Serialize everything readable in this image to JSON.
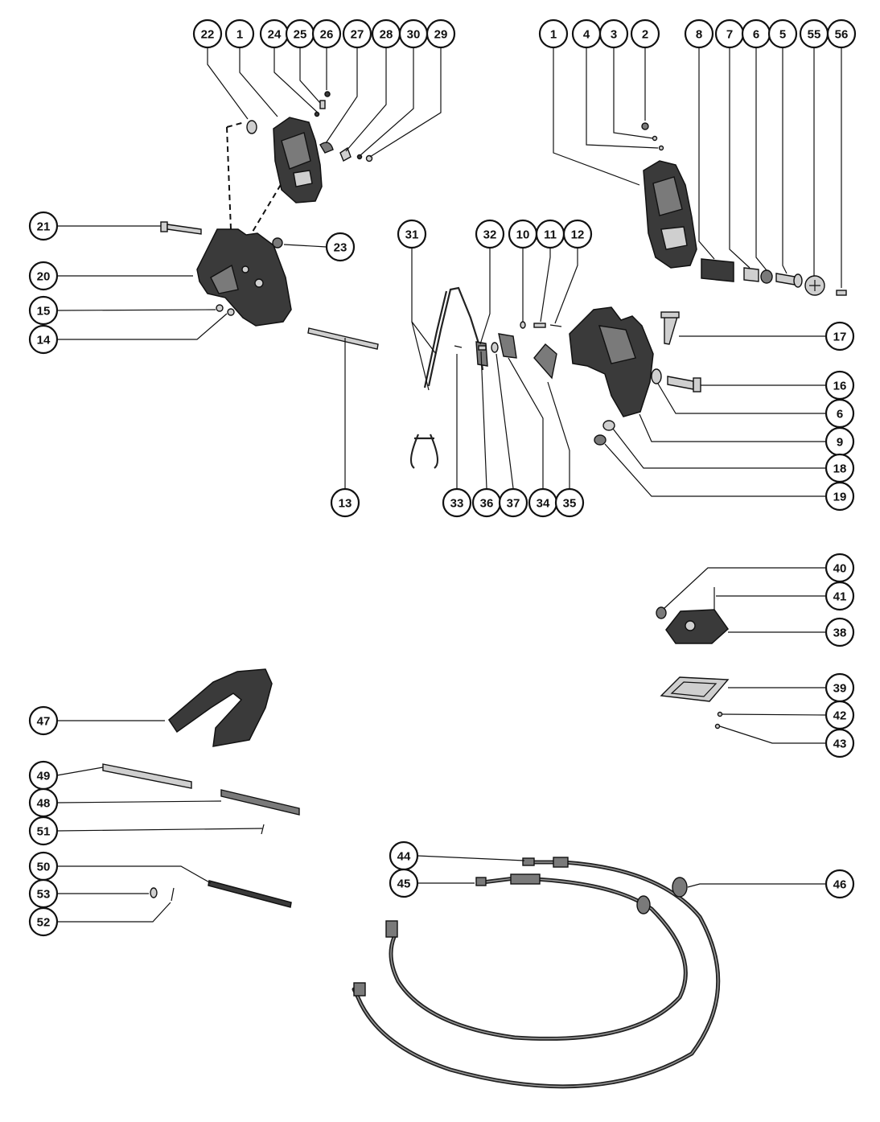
{
  "callouts": {
    "c22": "22",
    "c1a": "1",
    "c24": "24",
    "c25": "25",
    "c26": "26",
    "c27": "27",
    "c28": "28",
    "c30": "30",
    "c29": "29",
    "c1b": "1",
    "c4": "4",
    "c3": "3",
    "c2": "2",
    "c8": "8",
    "c7": "7",
    "c6a": "6",
    "c5": "5",
    "c55": "55",
    "c56": "56",
    "c21": "21",
    "c23": "23",
    "c20": "20",
    "c15": "15",
    "c14": "14",
    "c13": "13",
    "c31": "31",
    "c32": "32",
    "c10": "10",
    "c11": "11",
    "c12": "12",
    "c33": "33",
    "c36": "36",
    "c37": "37",
    "c34": "34",
    "c35": "35",
    "c17": "17",
    "c16": "16",
    "c6b": "6",
    "c9": "9",
    "c18": "18",
    "c19": "19",
    "c40": "40",
    "c41": "41",
    "c38": "38",
    "c39": "39",
    "c42": "42",
    "c43": "43",
    "c47": "47",
    "c49": "49",
    "c48": "48",
    "c51": "51",
    "c50": "50",
    "c53": "53",
    "c52": "52",
    "c44": "44",
    "c45": "45",
    "c46": "46"
  }
}
